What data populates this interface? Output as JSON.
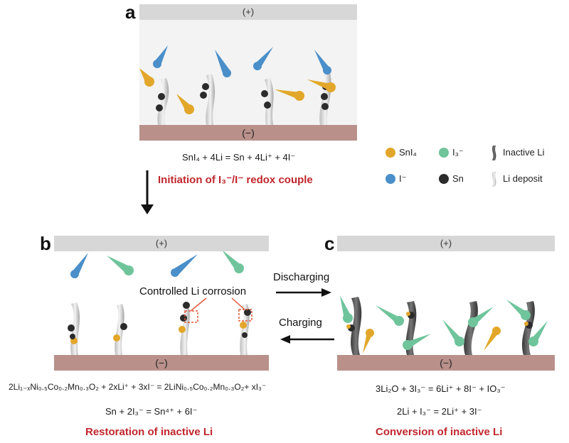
{
  "panel_a": {
    "letter": "a",
    "cathode_label": "(+)",
    "anode_label": "(−)",
    "equation": "SnI₄ + 4Li = Sn + 4Li⁺ + 4I⁻",
    "caption": "Initiation of I₃⁻/I⁻ redox  couple"
  },
  "legend": {
    "items": [
      {
        "label": "SnI₄",
        "color": "#e2a72a"
      },
      {
        "label": "I₃⁻",
        "color": "#6fc49b"
      },
      {
        "label": "Inactive Li",
        "color": "#4a4a4a"
      },
      {
        "label": "I⁻",
        "color": "#4a8fc9"
      },
      {
        "label": "Sn",
        "color": "#2b2b2b"
      },
      {
        "label": "Li deposit",
        "color": "#d9d9d9"
      }
    ]
  },
  "panel_b": {
    "letter": "b",
    "cathode_label": "(+)",
    "anode_label": "(−)",
    "annotation": "Controlled Li corrosion",
    "equation1": "2Li₁₋ₓNi₀.₅Co₀.₂Mn₀.₃O₂ + 2xLi⁺ + 3xI⁻ = 2LiNi₀.₅Co₀.₂Mn₀.₃O₂+ xI₃⁻",
    "equation2": "Sn + 2I₃⁻ = Sn⁴⁺ + 6I⁻",
    "caption": "Restoration of inactive Li"
  },
  "panel_c": {
    "letter": "c",
    "cathode_label": "(+)",
    "anode_label": "(−)",
    "equation1": "3Li₂O + 3I₃⁻ = 6Li⁺ + 8I⁻ + IO₃⁻",
    "equation2": "2Li + I₃⁻ = 2Li⁺ + 3I⁻",
    "caption": "Conversion of inactive Li"
  },
  "arrows": {
    "discharging": "Discharging",
    "charging": "Charging"
  }
}
